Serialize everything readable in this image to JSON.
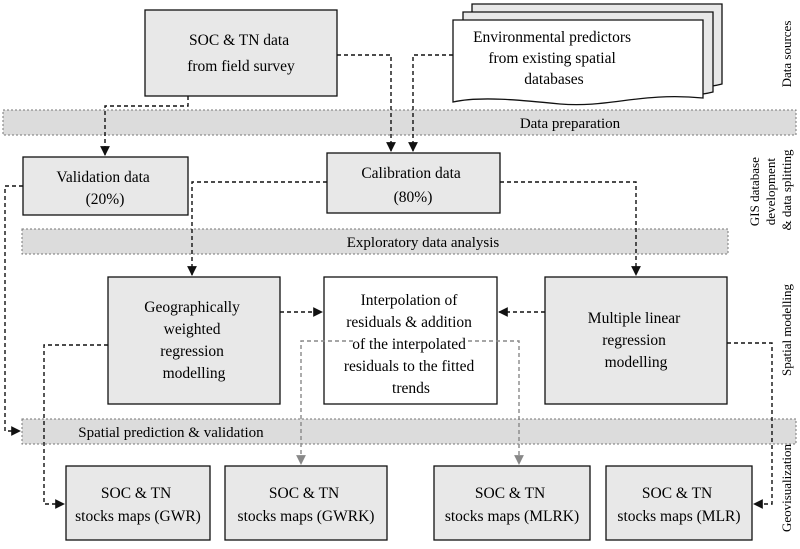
{
  "boxes": {
    "field_survey": [
      "SOC & TN data",
      "from field survey"
    ],
    "env_predictors": [
      "Environmental predictors",
      "from existing spatial",
      "databases"
    ],
    "validation": [
      "Validation data",
      "(20%)"
    ],
    "calibration": [
      "Calibration data",
      "(80%)"
    ],
    "gwr_model": [
      "Geographically",
      "weighted",
      "regression",
      "modelling"
    ],
    "interpolation": [
      "Interpolation of",
      "residuals & addition",
      "of the interpolated",
      "residuals to the fitted",
      "trends"
    ],
    "mlr_model": [
      "Multiple linear",
      "regression",
      "modelling"
    ],
    "map_gwr": [
      "SOC & TN",
      "stocks maps (GWR)"
    ],
    "map_gwrk": [
      "SOC & TN",
      "stocks maps (GWRK)"
    ],
    "map_mlrk": [
      "SOC & TN",
      "stocks maps (MLRK)"
    ],
    "map_mlr": [
      "SOC & TN",
      "stocks maps (MLR)"
    ]
  },
  "bands": {
    "data_preparation": "Data preparation",
    "exploratory": "Exploratory data analysis",
    "spatial_prediction": "Spatial prediction & validation"
  },
  "side_labels": {
    "data_sources": "Data sources",
    "gis_1": "GIS database",
    "gis_2": "development",
    "gis_3": "& data splitting",
    "spatial_modelling": "Spatial modelling",
    "geovisualization": "Geovisualization"
  }
}
